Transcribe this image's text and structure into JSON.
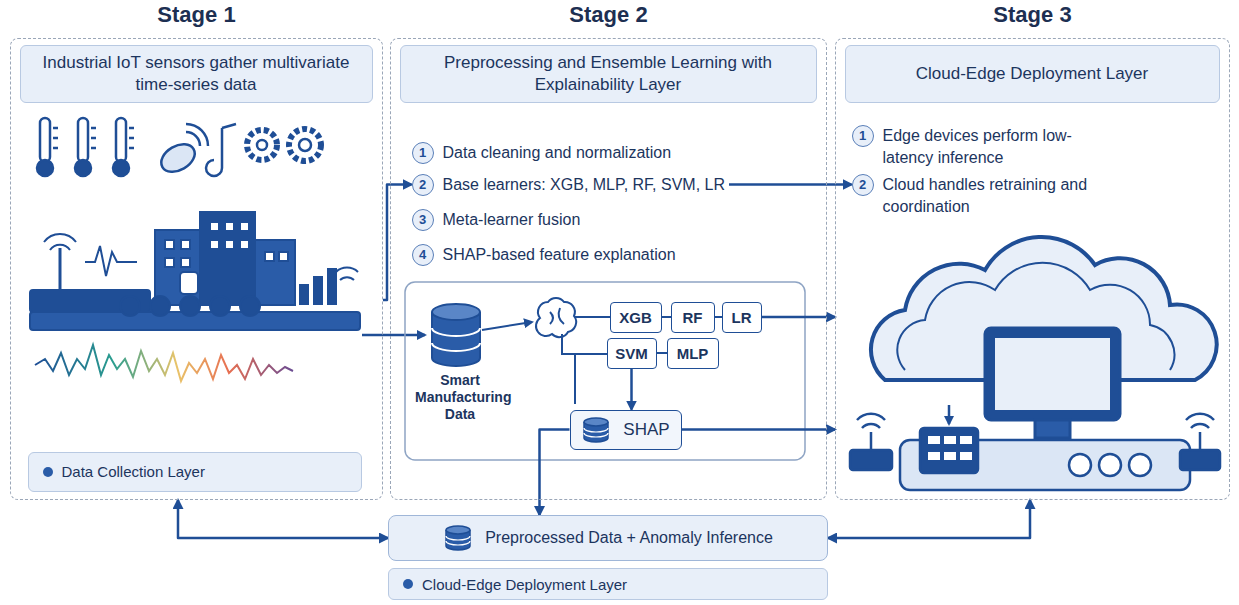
{
  "diagram": {
    "nodes": [
      {
        "text": [
          "Stage 1"
        ]
      },
      {
        "text": [
          "Industrial IoT sensors gather multivariate time-series data"
        ],
        "in": 0
      },
      {
        "text": [
          "Data Collection Layer"
        ],
        "in": 0
      },
      {
        "text": [
          "Stage 2"
        ]
      },
      {
        "text": [
          "Preprocessing and Ensemble Learning with Explainability Layer"
        ],
        "in": 3
      },
      {
        "text": [
          "1",
          "Data cleaning and normalization"
        ],
        "in": 3
      },
      {
        "text": [
          "2",
          "Base learners: XGB, MLP, RF, SVM, LR"
        ],
        "in": 3
      },
      {
        "text": [
          "3",
          "Meta-learner fusion"
        ],
        "in": 3
      },
      {
        "text": [
          "4",
          "SHAP-based feature explanation"
        ],
        "in": 3
      },
      {
        "text": [
          "XGB"
        ],
        "in": 3
      },
      {
        "text": [
          "RF"
        ],
        "in": 3
      },
      {
        "text": [
          "LR"
        ],
        "in": 3
      },
      {
        "text": [
          "SVM"
        ],
        "in": 3
      },
      {
        "text": [
          "MLP"
        ],
        "in": 3
      },
      {
        "text": [
          "SHAP"
        ],
        "in": 3
      },
      {
        "text": [
          "Stage 3"
        ]
      },
      {
        "text": [
          "Cloud-Edge Deployment Layer"
        ],
        "in": 15
      },
      {
        "text": [
          "1",
          "Edge devices perform low-latency inference"
        ],
        "in": 15
      },
      {
        "text": [
          "2",
          "Cloud handles retraining and coordination"
        ],
        "in": 15
      },
      {
        "text": [
          "Preprocessed Data + Anomaly Inference"
        ]
      },
      {
        "text": [
          "Cloud-Edge Deployment Layer"
        ]
      }
    ],
    "edges": [
      {
        "from": 0,
        "to": 6,
        "arrow": "to"
      },
      {
        "from": 6,
        "to": 18,
        "arrow": "to"
      },
      {
        "from": 11,
        "to": 15,
        "arrow": "to"
      },
      {
        "from": 14,
        "to": 15,
        "arrow": "to"
      },
      {
        "from": 12,
        "to": 14,
        "arrow": "to"
      },
      {
        "from": 14,
        "to": 19,
        "arrow": "to"
      },
      {
        "from": 0,
        "to": 19,
        "arrow": "both"
      },
      {
        "from": 15,
        "to": 19,
        "arrow": "both"
      }
    ],
    "labels": [
      "Smart Manufacturing Data"
    ]
  }
}
